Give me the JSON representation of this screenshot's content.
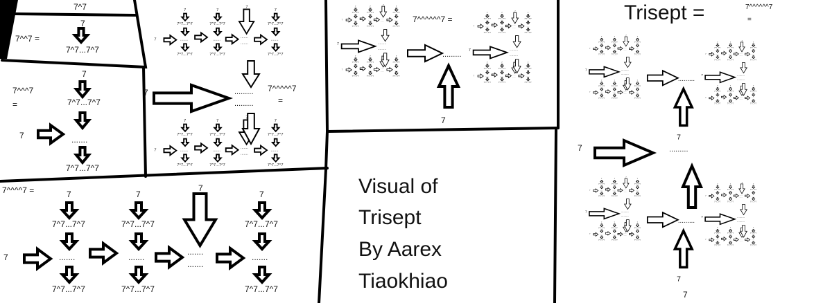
{
  "panel_7_7": {
    "label": "7^7"
  },
  "panel_7_2": {
    "label": "7^^7 =",
    "top": "7",
    "bottom": "7^7...7^7"
  },
  "panel_7_3": {
    "label": "7^^^7",
    "equals": "=",
    "top": "7",
    "mid": "7^7...7^7",
    "seed": "7",
    "dots": ".......",
    "bottom": "7^7...7^7"
  },
  "panel_7_4": {
    "label": "7^^^^7  =",
    "seed": "7",
    "column_top": "7",
    "column_mid": "7^7...7^7",
    "dots": ".......",
    "column_bottom": "7^7...7^7"
  },
  "panel_7_5": {
    "label": "7^^^^^7",
    "equals": "=",
    "seed": "7",
    "dots": "........."
  },
  "panel_7_6": {
    "label": "7^^^^^^7 =",
    "seed": "7",
    "dots": "........."
  },
  "title_card": {
    "lines": [
      "Visual of",
      "Trisept",
      "By Aarex",
      "Tiaokhiao"
    ]
  },
  "trisept": {
    "heading": "Trisept =",
    "value": "7^^^^^^7",
    "equals": "=",
    "seed": "7",
    "dots": "........."
  }
}
